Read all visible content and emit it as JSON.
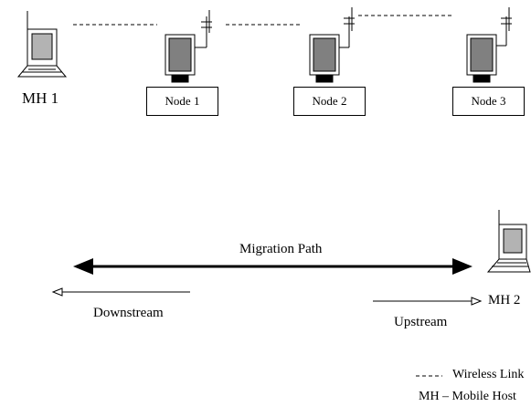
{
  "hosts": {
    "mh1": {
      "label": "MH 1"
    },
    "mh2": {
      "label": "MH 2"
    }
  },
  "nodes": [
    {
      "label": "Node 1"
    },
    {
      "label": "Node 2"
    },
    {
      "label": "Node 3"
    }
  ],
  "migration": {
    "path_label": "Migration Path",
    "downstream_label": "Downstream",
    "upstream_label": "Upstream"
  },
  "legend": {
    "wireless_symbol": "----",
    "wireless_label": "Wireless Link",
    "abbreviation": "MH – Mobile Host"
  },
  "colors": {
    "stroke": "#000000",
    "screen_host": "#b3b3b3",
    "screen_node": "#808080",
    "background": "#ffffff"
  }
}
